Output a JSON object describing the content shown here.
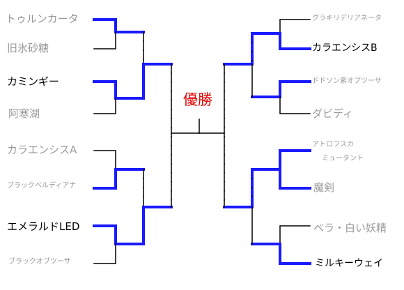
{
  "title": "優勝",
  "colors": {
    "win_line": "#1a1aff",
    "lose_line": "#000000",
    "winner_text": "#000000",
    "loser_text": "#999999",
    "title": "#e00000"
  },
  "left": [
    {
      "name": "トゥルンカータ",
      "winner": false
    },
    {
      "name": "旧氷砂糖",
      "winner": false
    },
    {
      "name": "カミンギー",
      "winner": true
    },
    {
      "name": "阿寒湖",
      "winner": false
    },
    {
      "name": "カラエンシスA",
      "winner": false
    },
    {
      "name": "ブラックベルディアナ",
      "winner": false
    },
    {
      "name": "エメラルドLED",
      "winner": true
    },
    {
      "name": "ブラックオブツーサ",
      "winner": false
    }
  ],
  "right": [
    {
      "name": "グラキリデリアネータ",
      "winner": false
    },
    {
      "name": "カラエンシスB",
      "winner": true
    },
    {
      "name": "ドドソン紫オブツーサ",
      "winner": false
    },
    {
      "name": "ダビディ",
      "winner": false
    },
    {
      "name": "アトロフスカ",
      "winner": false
    },
    {
      "name": "ミュータント",
      "winner": false
    },
    {
      "name": "魔剣",
      "winner": false
    },
    {
      "name": "ベラ・白い妖精",
      "winner": false
    },
    {
      "name": "ミルキーウェイ",
      "winner": true
    }
  ]
}
